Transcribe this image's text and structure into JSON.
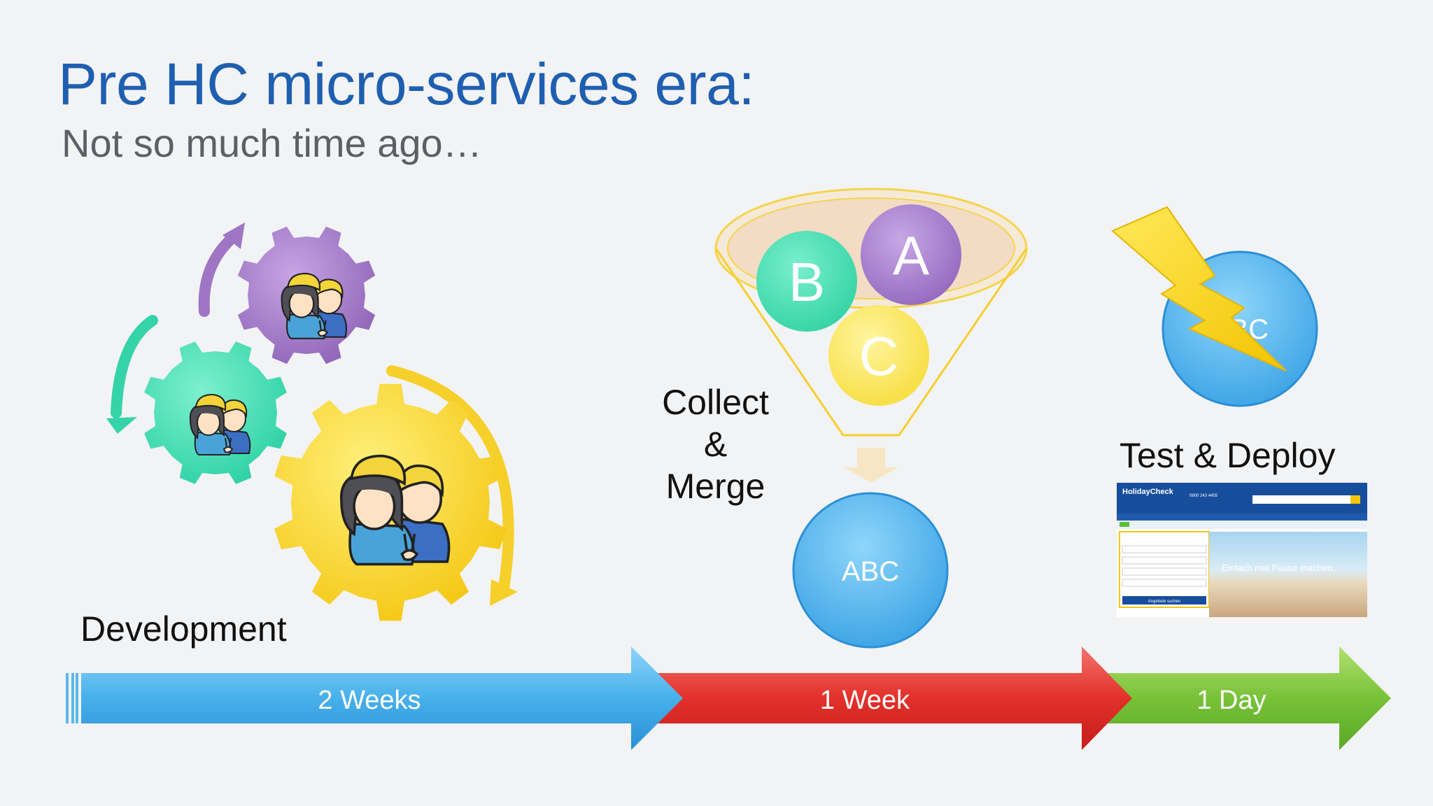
{
  "slide": {
    "title": "Pre HC micro-services era:",
    "subtitle": "Not so much time ago…"
  },
  "stages": {
    "development": "Development",
    "collect_merge": [
      "Collect",
      "&",
      "Merge"
    ],
    "test_deploy": "Test & Deploy"
  },
  "timeline": {
    "dev_duration": "2 Weeks",
    "merge_duration": "1 Week",
    "deploy_duration": "1 Day"
  },
  "funnel": {
    "balls": [
      "A",
      "B",
      "C"
    ],
    "merged": "ABC"
  },
  "deploy_ball": "ABC",
  "website": {
    "brand": "HolidayCheck",
    "phone": "0800 243 4455",
    "hero_text": "Einfach mal Pause machen.",
    "search_button": "Angebote suchen"
  },
  "colors": {
    "title_blue": "#1f5fb0",
    "arrow_blue": "#5bb8ec",
    "arrow_red": "#e8342e",
    "arrow_green": "#7cc23a",
    "gear_purple": "#a880c9",
    "gear_teal": "#3fdcb4",
    "gear_yellow": "#f7d631"
  }
}
